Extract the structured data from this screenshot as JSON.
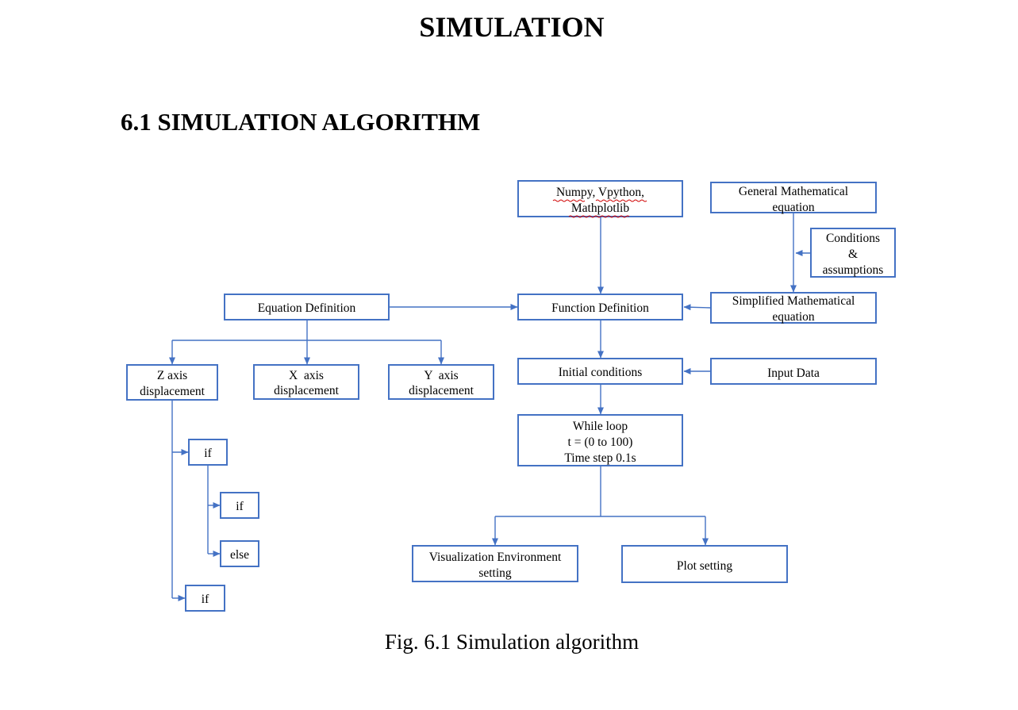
{
  "document": {
    "title": "SIMULATION",
    "section_heading": "6.1 SIMULATION ALGORITHM",
    "caption": "Fig. 6.1 Simulation algorithm"
  },
  "diagram": {
    "nodes": {
      "libraries": [
        "Numpy, Vpython,",
        "Mathplotlib"
      ],
      "general_equation": [
        "General Mathematical",
        "equation"
      ],
      "conditions": [
        "Conditions",
        "&",
        "assumptions"
      ],
      "equation_definition": [
        "Equation Definition"
      ],
      "function_definition": [
        "Function Definition"
      ],
      "simplified_equation": [
        "Simplified Mathematical",
        "equation"
      ],
      "z_axis": [
        "Z axis",
        "displacement"
      ],
      "x_axis": [
        "X  axis",
        "displacement"
      ],
      "y_axis": [
        "Y  axis",
        "displacement"
      ],
      "initial_conditions": [
        "Initial conditions"
      ],
      "input_data": [
        "Input Data"
      ],
      "while_loop": [
        "While loop",
        "t = (0 to 100)",
        "Time step 0.1s"
      ],
      "if_1": [
        "if"
      ],
      "if_nested": [
        "if"
      ],
      "else_nested": [
        "else"
      ],
      "if_2": [
        "if"
      ],
      "visualization_setting": [
        "Visualization Environment",
        "setting"
      ],
      "plot_setting": [
        "Plot setting"
      ]
    },
    "colors": {
      "box_border": "#4472c4",
      "connector": "#4472c4",
      "text": "#000000",
      "spellcheck_underline": "#d00000"
    }
  }
}
